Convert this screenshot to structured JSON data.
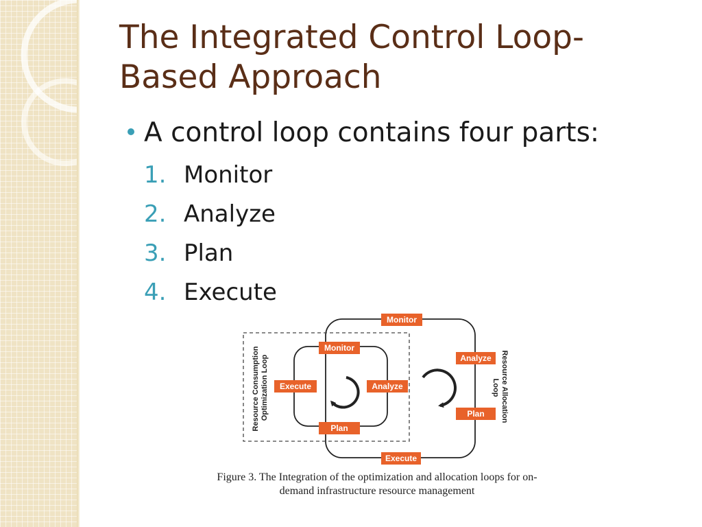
{
  "slide": {
    "title_line1": "The Integrated Control Loop-",
    "title_line2": "Based Approach",
    "bullet": "A control loop contains four parts:",
    "steps": [
      {
        "num": "1.",
        "label": "Monitor"
      },
      {
        "num": "2.",
        "label": "Analyze"
      },
      {
        "num": "3.",
        "label": "Plan"
      },
      {
        "num": "4.",
        "label": "Execute"
      }
    ]
  },
  "figure": {
    "outer_loop": {
      "label_line1": "Resource Allocation",
      "label_line2": "Loop",
      "monitor": "Monitor",
      "analyze": "Analyze",
      "plan": "Plan",
      "execute": "Execute"
    },
    "inner_loop": {
      "label_line1": "Resource Consumption",
      "label_line2": "Optimization Loop",
      "monitor": "Monitor",
      "analyze": "Analyze",
      "plan": "Plan",
      "execute": "Execute"
    },
    "caption_line1": "Figure 3. The Integration of the optimization and allocation loops for on-",
    "caption_line2": "demand infrastructure resource management"
  },
  "colors": {
    "title": "#5a2e17",
    "accent": "#3a9fb6",
    "box_fill": "#e8622a",
    "sidebar": "#efe3c4"
  },
  "icons": {
    "outer_cycle": "clockwise-cycle-arrow-icon",
    "inner_cycle": "clockwise-cycle-arrow-icon",
    "bullet": "bullet-dot-icon"
  }
}
